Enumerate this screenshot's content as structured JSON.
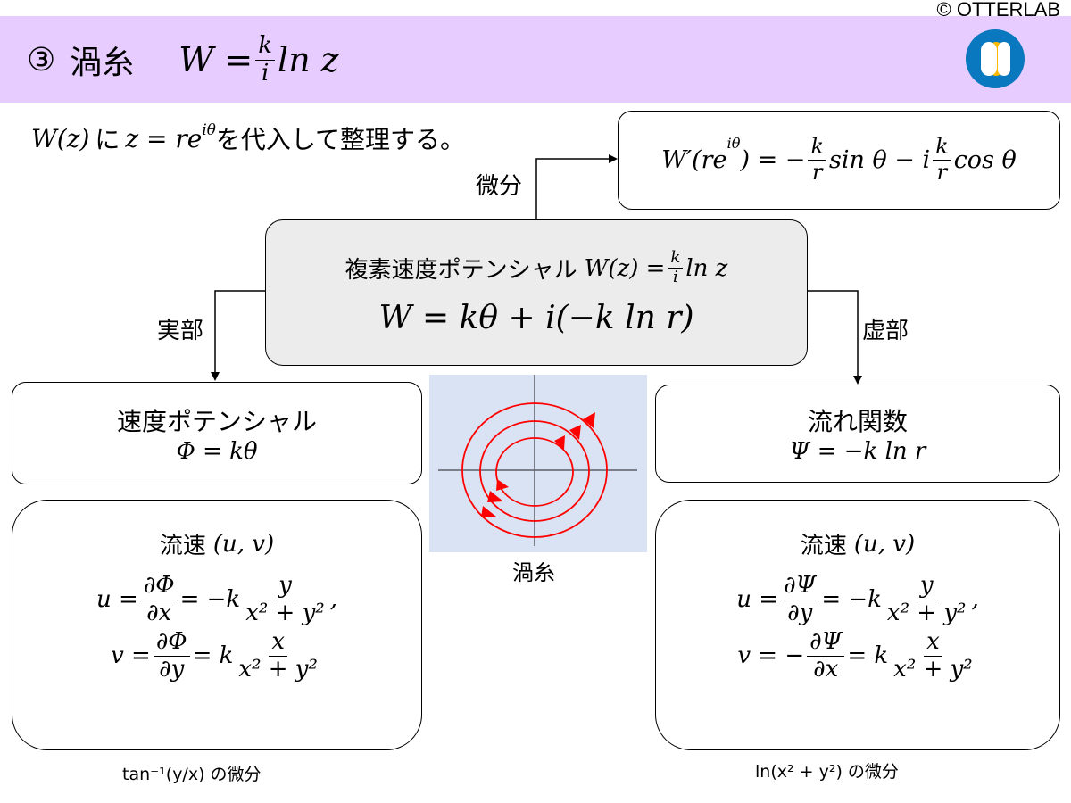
{
  "copyright": "© OTTERLAB",
  "header": {
    "number": "③",
    "title": "渦糸",
    "eq": {
      "lhs": "W =",
      "num": "k",
      "den": "i",
      "rhs": "ln z"
    },
    "bg": "#e6ccff"
  },
  "intro": {
    "a": "W(z)",
    "b": "に",
    "c": "z = re",
    "sup": "iθ",
    "d": "を代入して整理する。"
  },
  "deriv": {
    "label": "微分",
    "lhs": "W′(re",
    "sup": "iθ",
    "lhs2": ") = −",
    "num": "k",
    "den": "r",
    "mid": "sin θ − i",
    "num2": "k",
    "den2": "r",
    "end": "cos θ"
  },
  "center": {
    "label": "複素速度ポテンシャル",
    "eq_lhs": "W(z) =",
    "num": "k",
    "den": "i",
    "eq_rhs": "ln z",
    "main": "W = kθ + i(−k ln r)"
  },
  "real_label": "実部",
  "imag_label": "虚部",
  "potential": {
    "title": "速度ポテンシャル",
    "eq": "Φ = kθ"
  },
  "stream": {
    "title": "流れ関数",
    "eq": "Ψ = −k ln r"
  },
  "left_flow": {
    "title": "流速",
    "vars": "(u, v)",
    "u": {
      "lhs": "u =",
      "n1": "∂Φ",
      "d1": "∂x",
      "mid": "= −k",
      "n2": "y",
      "d2": "x² + y²",
      "end": ","
    },
    "v": {
      "lhs": "v =",
      "n1": "∂Φ",
      "d1": "∂y",
      "mid": "= k",
      "n2": "x",
      "d2": "x² + y²"
    },
    "caption": "tan⁻¹(y/x) の微分"
  },
  "right_flow": {
    "title": "流速",
    "vars": "(u, v)",
    "u": {
      "lhs": "u =",
      "n1": "∂Ψ",
      "d1": "∂y",
      "mid": "= −k",
      "n2": "y",
      "d2": "x² + y²",
      "end": ","
    },
    "v": {
      "lhs": "v = −",
      "n1": "∂Ψ",
      "d1": "∂x",
      "mid": "= k",
      "n2": "x",
      "d2": "x² + y²"
    },
    "caption": "ln(x² + y²) の微分"
  },
  "figure": {
    "caption": "渦糸",
    "bg": "#dae3f3",
    "line_color": "#ff0000"
  }
}
